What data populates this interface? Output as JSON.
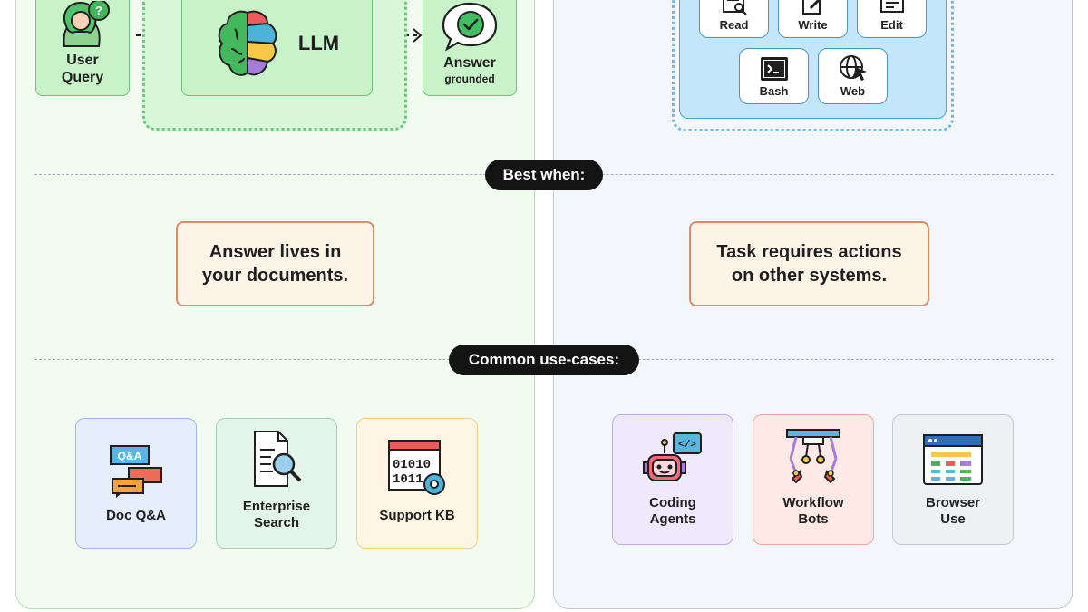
{
  "top_flow": {
    "user_query": {
      "line1": "User",
      "line2": "Query"
    },
    "llm": {
      "label": "LLM"
    },
    "answer": {
      "title": "Answer",
      "subtitle": "grounded"
    }
  },
  "tools": [
    {
      "label": "Read",
      "icon": "read-icon"
    },
    {
      "label": "Write",
      "icon": "write-icon"
    },
    {
      "label": "Edit",
      "icon": "edit-icon"
    },
    {
      "label": "Bash",
      "icon": "terminal-icon"
    },
    {
      "label": "Web",
      "icon": "globe-cursor-icon"
    }
  ],
  "sections": {
    "best_when": "Best when:",
    "common_use_cases": "Common use-cases:"
  },
  "best_when": {
    "left": {
      "line1": "Answer lives in",
      "line2": "your documents."
    },
    "right": {
      "line1": "Task requires actions",
      "line2": "on other systems."
    }
  },
  "use_cases_left": [
    {
      "label": "Doc Q&A",
      "icon": "chat-bubbles-icon",
      "color": "#e6eefb",
      "border": "#9fb8e4"
    },
    {
      "label": "Enterprise\nSearch",
      "icon": "document-search-icon",
      "color": "#e3f4ea",
      "border": "#9fd3b4"
    },
    {
      "label": "Support KB",
      "icon": "binary-gear-icon",
      "color": "#fff5e3",
      "border": "#f2cf8e"
    }
  ],
  "use_cases_right": [
    {
      "label": "Coding\nAgents",
      "icon": "robot-icon",
      "color": "#f0e8fb",
      "border": "#c2a9e3"
    },
    {
      "label": "Workflow\nBots",
      "icon": "robotic-arms-icon",
      "color": "#fde9e6",
      "border": "#eca99e"
    },
    {
      "label": "Browser\nUse",
      "icon": "browser-window-icon",
      "color": "#eef0f3",
      "border": "#c4c9d0"
    }
  ]
}
